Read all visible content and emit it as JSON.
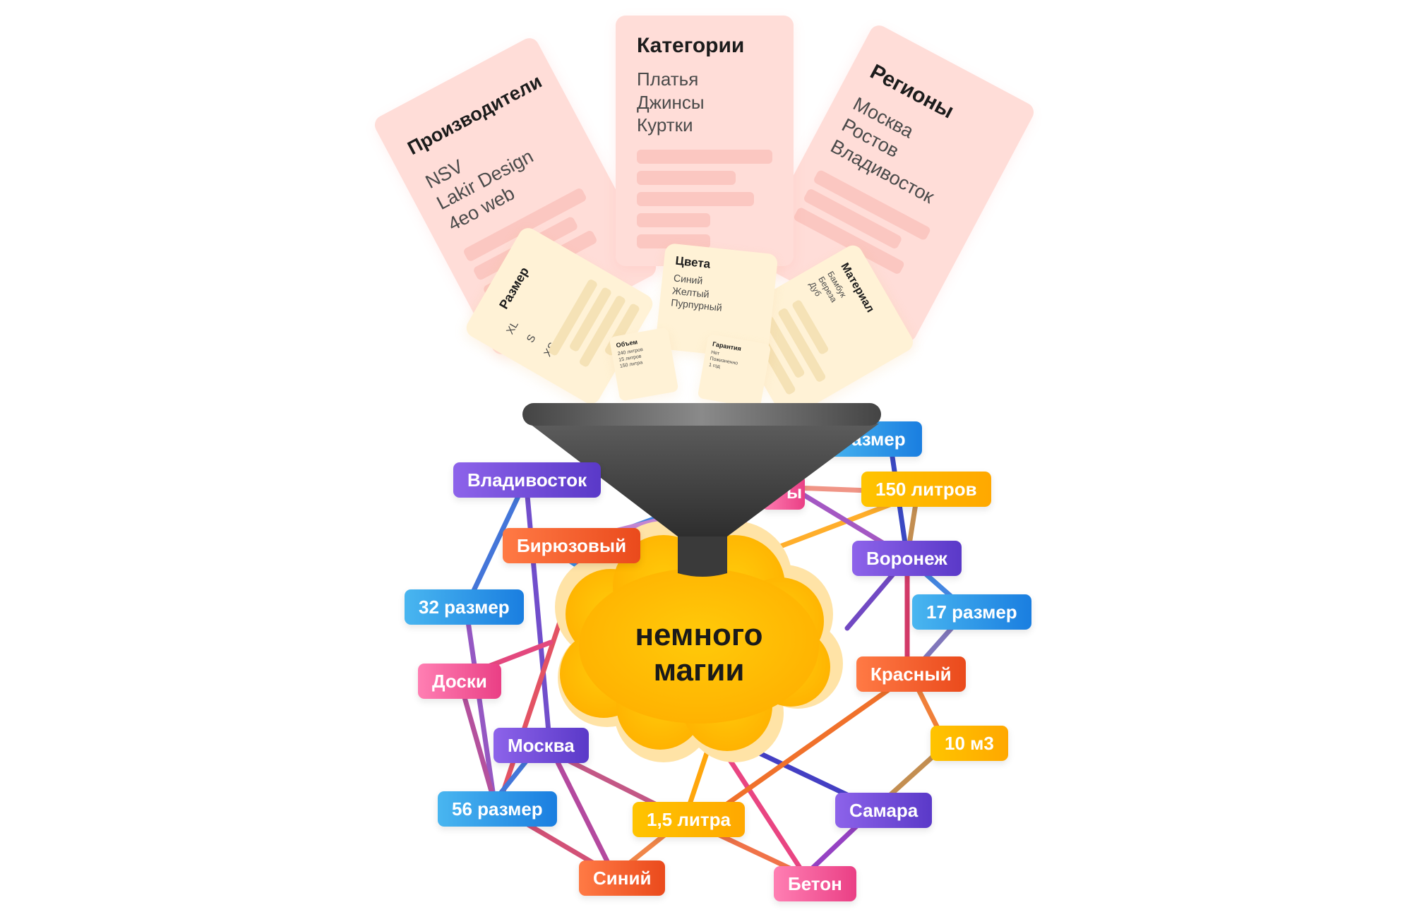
{
  "cards": {
    "manufacturers": {
      "title": "Производители",
      "items": [
        "NSV",
        "Lakir Design",
        "4eo web"
      ]
    },
    "categories": {
      "title": "Категории",
      "items": [
        "Платья",
        "Джинсы",
        "Куртки"
      ]
    },
    "regions": {
      "title": "Регионы",
      "items": [
        "Москва",
        "Ростов",
        "Владивосток"
      ]
    },
    "size": {
      "title": "Размер",
      "items": [
        "XL",
        "S",
        "XS"
      ]
    },
    "colors": {
      "title": "Цвета",
      "items": [
        "Синий",
        "Желтый",
        "Пурпурный"
      ]
    },
    "material": {
      "title": "Материал",
      "items": [
        "Бамбук",
        "Береза",
        "Дуб"
      ]
    },
    "volume": {
      "title": "Объем",
      "items": [
        "240 литров",
        "15 литров",
        "150 литра"
      ]
    },
    "warranty": {
      "title": "Гарантия",
      "items": [
        "Нет",
        "Пожизненно",
        "1 год"
      ]
    }
  },
  "cloud": {
    "line1": "немного",
    "line2": "магии"
  },
  "tags": {
    "vladivostok": "Владивосток",
    "razmer": "азмер",
    "partial": "ы",
    "litres150": "150 литров",
    "biryuzovy": "Бирюзовый",
    "voronezh": "Воронеж",
    "size32": "32 размер",
    "size17": "17 размер",
    "doski": "Доски",
    "krasny": "Красный",
    "m3": "10 м3",
    "moskva": "Москва",
    "size56": "56 размер",
    "litres15": "1,5 литра",
    "samara": "Самара",
    "siniy": "Синий",
    "beton": "Бетон"
  },
  "colors": {
    "violet": "#6f4bdb",
    "blue": "#2f93e8",
    "orange": "#f05a28",
    "pink": "#f0589a",
    "yellow": "#ffb400",
    "funnel": "#2f2f2f",
    "cloud": "#ffc107"
  }
}
